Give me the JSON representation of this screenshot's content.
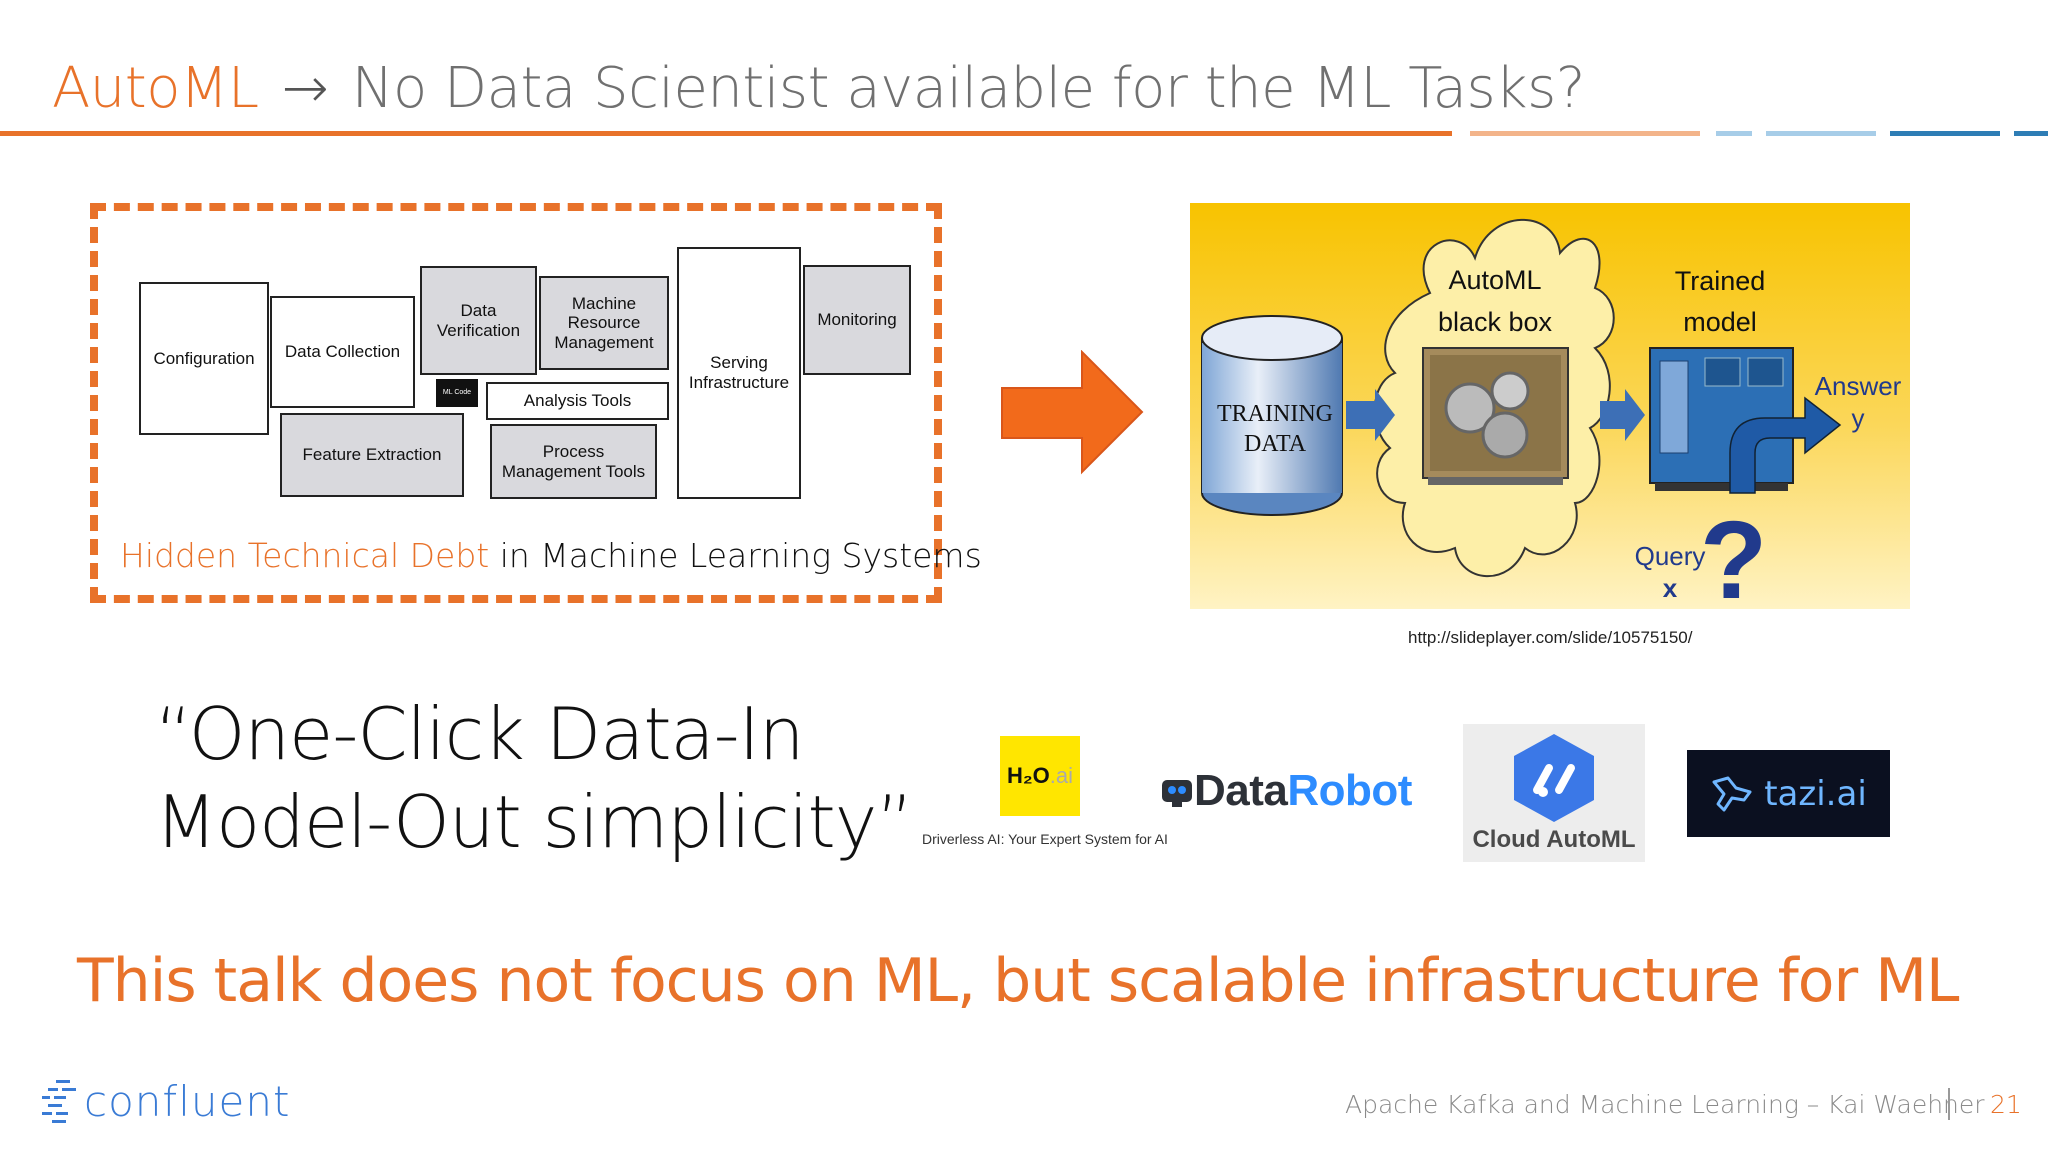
{
  "title": {
    "accent": "AutoML",
    "arrow": "→",
    "rest": "No Data Scientist available for the ML Tasks?"
  },
  "debt_diagram": {
    "boxes": {
      "configuration": "Configuration",
      "data_collection": "Data Collection",
      "data_verification": "Data Verification",
      "machine_resource": "Machine Resource Management",
      "serving": "Serving Infrastructure",
      "monitoring": "Monitoring",
      "ml_code": "ML Code",
      "analysis_tools": "Analysis Tools",
      "feature_extraction": "Feature Extraction",
      "process_mgmt": "Process Management Tools"
    },
    "caption_accent": "Hidden Technical Debt",
    "caption_rest": " in Machine Learning Systems"
  },
  "automl_panel": {
    "training_data": "TRAINING DATA",
    "automl_label_1": "AutoML",
    "automl_label_2": "black box",
    "trained_1": "Trained",
    "trained_2": "model",
    "answer": "Answer",
    "answer_var": "y",
    "query": "Query",
    "query_var": "x"
  },
  "credit": "http://slideplayer.com/slide/10575150/",
  "quote": {
    "line1": "“One-Click Data-In",
    "line2": "Model-Out simplicity”"
  },
  "logos": {
    "h2o_main": "H₂O",
    "h2o_ai": ".ai",
    "h2o_caption": "Driverless AI: Your Expert System for AI",
    "datarobot_1": "Data",
    "datarobot_2": "Robot",
    "cloud_automl": "Cloud AutoML",
    "tazi": "tazi.ai"
  },
  "statement": "This talk does not focus on ML, but scalable infrastructure for ML",
  "footer": {
    "brand": "confluent",
    "text": "Apache Kafka and Machine Learning – Kai Waehner",
    "page": "21"
  },
  "colors": {
    "accent": "#E8722A",
    "panel_yellow": "#F8C300",
    "blue": "#3A7BD5"
  }
}
